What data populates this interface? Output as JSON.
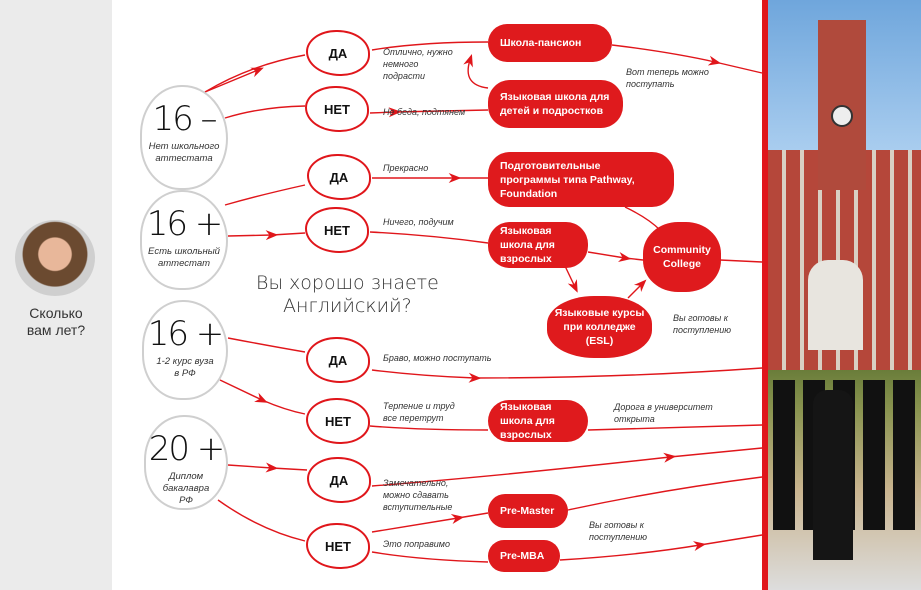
{
  "sidebar": {
    "question": "Сколько вам лет?"
  },
  "question": {
    "line1": "Вы хорошо знаете",
    "line2": "Английский?"
  },
  "ages": [
    {
      "n": "16 –",
      "d": "Нет школьного аттестата"
    },
    {
      "n": "16 +",
      "d": "Есть школьный аттестат"
    },
    {
      "n": "16 +",
      "d": "1-2 курс вуза в РФ"
    },
    {
      "n": "20 +",
      "d": "Диплом бакалавра РФ"
    }
  ],
  "answers": {
    "yes": "ДА",
    "no": "НЕТ"
  },
  "boxes": {
    "boarding": "Школа-пансион",
    "kids": "Языковая школа для детей и подростков",
    "pathway": "Подготовительные программы типа Pathway, Foundation",
    "adult1": "Языковая школа для взрослых",
    "college": "Community College",
    "esl": "Языковые курсы при колледже (ESL)",
    "adult2": "Языковая школа для взрослых",
    "premaster": "Pre-Master",
    "premba": "Pre-MBA"
  },
  "notes": {
    "n1": "Отлично, нужно немного подрасти",
    "n2": "Не беда, подтянем",
    "n3": "Вот теперь можно поступать",
    "n4": "Прекрасно",
    "n5": "Ничего, подучим",
    "n6": "Вы готовы к поступлению",
    "n7": "Браво, можно поступать",
    "n8": "Терпение и труд все перетрут",
    "n9": "Дорога в университет открыта",
    "n10": "Замечательно, можно сдавать вступительные",
    "n11": "Это поправимо",
    "n12": "Вы готовы к поступлению"
  },
  "colors": {
    "accent": "#df1a1d"
  }
}
